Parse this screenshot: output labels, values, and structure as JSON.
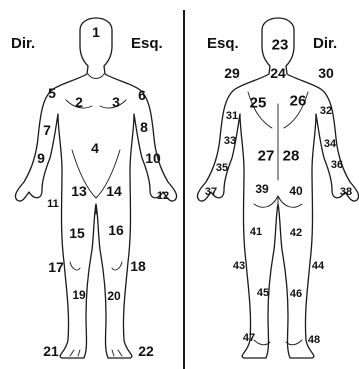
{
  "side_labels": {
    "front_right": "Dir.",
    "front_left": "Esq.",
    "back_left": "Esq.",
    "back_right": "Dir."
  },
  "front_regions": [
    "1",
    "2",
    "3",
    "4",
    "5",
    "6",
    "7",
    "8",
    "9",
    "10",
    "11",
    "12",
    "13",
    "14",
    "15",
    "16",
    "17",
    "18",
    "19",
    "20",
    "21",
    "22"
  ],
  "back_regions": [
    "23",
    "24",
    "25",
    "26",
    "27",
    "28",
    "29",
    "30",
    "31",
    "32",
    "33",
    "34",
    "35",
    "36",
    "37",
    "38",
    "39",
    "40",
    "41",
    "42",
    "43",
    "44",
    "45",
    "46",
    "47",
    "48"
  ],
  "colors": {
    "line": "#1a1a1a",
    "text": "#111111",
    "background": "#ffffff"
  }
}
